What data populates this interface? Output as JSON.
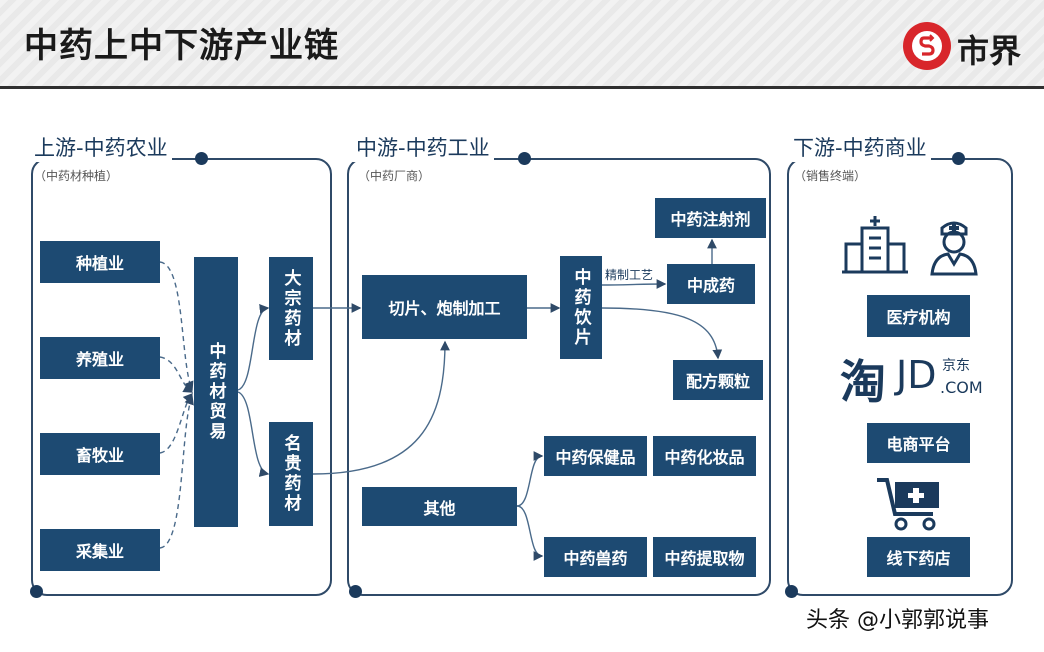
{
  "header": {
    "title": "中药上中下游产业链",
    "logo_text": "市界"
  },
  "upstream": {
    "title": "上游-中药农业",
    "subtitle": "（中药材种植）",
    "sources": [
      "种植业",
      "养殖业",
      "畜牧业",
      "采集业"
    ],
    "trade": "中药材贸易",
    "materials": [
      "大宗药材",
      "名贵药材"
    ]
  },
  "midstream": {
    "title": "中游-中药工业",
    "subtitle": "（中药厂商）",
    "processing": "切片、炮制加工",
    "decoction_pieces": "中药饮片",
    "process_label": "精制工艺",
    "products_top": [
      "中药注射剂",
      "中成药",
      "配方颗粒"
    ],
    "other": "其他",
    "products_bottom": [
      "中药保健品",
      "中药化妆品",
      "中药兽药",
      "中药提取物"
    ]
  },
  "downstream": {
    "title": "下游-中药商业",
    "subtitle": "（销售终端）",
    "medical": "医疗机构",
    "ecommerce": "电商平台",
    "ecommerce_logos": {
      "taobao": "淘",
      "jd": "JD",
      "jd_cn": "京东",
      "jd_com": ".COM"
    },
    "offline": "线下药店"
  },
  "icons": [
    "hospital-icon",
    "doctor-icon",
    "shopping-cart-icon",
    "brand-logo-icon"
  ],
  "colors": {
    "box": "#1d4a72",
    "line": "#2f4a68",
    "accent": "#d8262b"
  },
  "watermark": "头条 @小郭郭说事"
}
